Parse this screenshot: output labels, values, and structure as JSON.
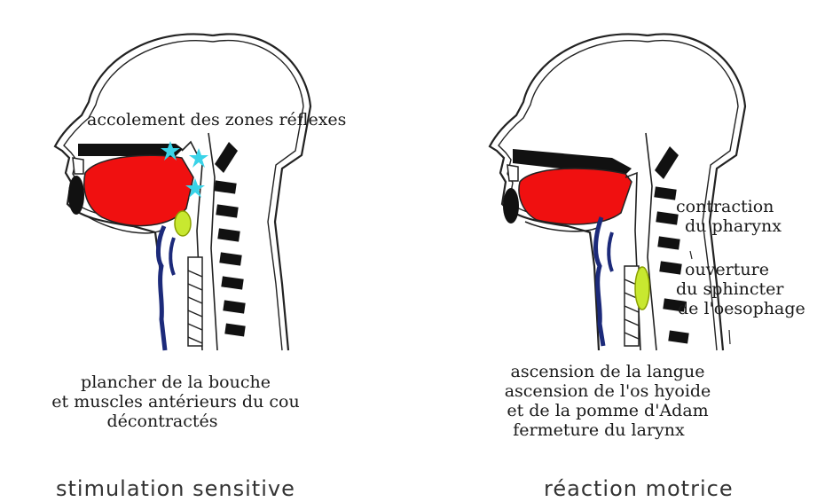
{
  "colors": {
    "tongue": "#f01010",
    "palate": "#111111",
    "vertebrae": "#111111",
    "vessels": "#1c2a7a",
    "bolus": "#c8e830",
    "stimulus": "#39d3e8",
    "outline": "#222222"
  },
  "left_panel": {
    "label_top": "accolement des zones réflexes",
    "label_bottom_lines": [
      "plancher de la bouche",
      "et muscles antérieurs du cou",
      "décontractés"
    ],
    "caption": "stimulation sensitive",
    "icons": [
      "head-profile-icon",
      "tongue-icon",
      "star-icon"
    ]
  },
  "right_panel": {
    "label_right_lines": [
      "contraction",
      "du pharynx",
      "ouverture",
      "du sphincter",
      "de l'oesophage"
    ],
    "label_bottom_lines": [
      "ascension de la langue",
      "ascension de l'os hyoide",
      "et de la pomme d'Adam",
      "fermeture du larynx"
    ],
    "caption": "réaction motrice",
    "icons": [
      "head-profile-icon",
      "tongue-icon"
    ]
  }
}
